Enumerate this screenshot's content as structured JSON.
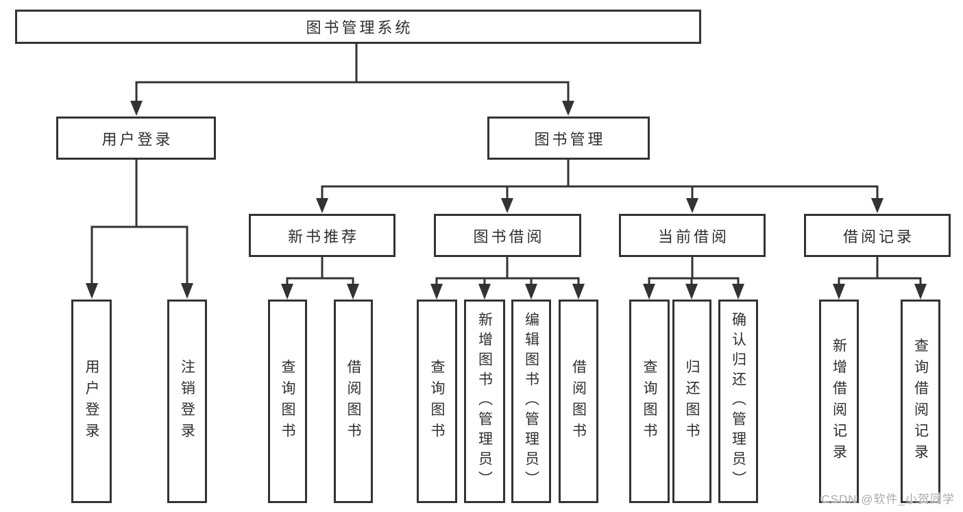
{
  "diagram": {
    "root": {
      "label": "图书管理系统"
    },
    "level2": {
      "user_login": {
        "label": "用户登录"
      },
      "book_mgmt": {
        "label": "图书管理"
      }
    },
    "level3": {
      "new_books": {
        "label": "新书推荐"
      },
      "book_borrow": {
        "label": "图书借阅"
      },
      "current_borrow": {
        "label": "当前借阅"
      },
      "borrow_records": {
        "label": "借阅记录"
      }
    },
    "leaves": {
      "user_login": {
        "label": "用户登录"
      },
      "logout": {
        "label": "注销登录"
      },
      "query_books_new": {
        "label": "查询图书"
      },
      "borrow_books_new": {
        "label": "借阅图书"
      },
      "query_books_borrow": {
        "label": "查询图书"
      },
      "add_books_admin": {
        "label": "新增图书（管理员）"
      },
      "edit_books_admin": {
        "label": "编辑图书（管理员）"
      },
      "borrow_books_borrow": {
        "label": "借阅图书"
      },
      "query_books_current": {
        "label": "查询图书"
      },
      "return_books": {
        "label": "归还图书"
      },
      "confirm_return_admin": {
        "label": "确认归还（管理员）"
      },
      "add_borrow_record": {
        "label": "新增借阅记录"
      },
      "query_borrow_record": {
        "label": "查询借阅记录"
      }
    },
    "watermark": "CSDN @软件_小贺同学",
    "colors": {
      "line": "#333333",
      "text": "#2f2f2f",
      "watermark": "#aaaaaa",
      "background": "#ffffff"
    }
  }
}
